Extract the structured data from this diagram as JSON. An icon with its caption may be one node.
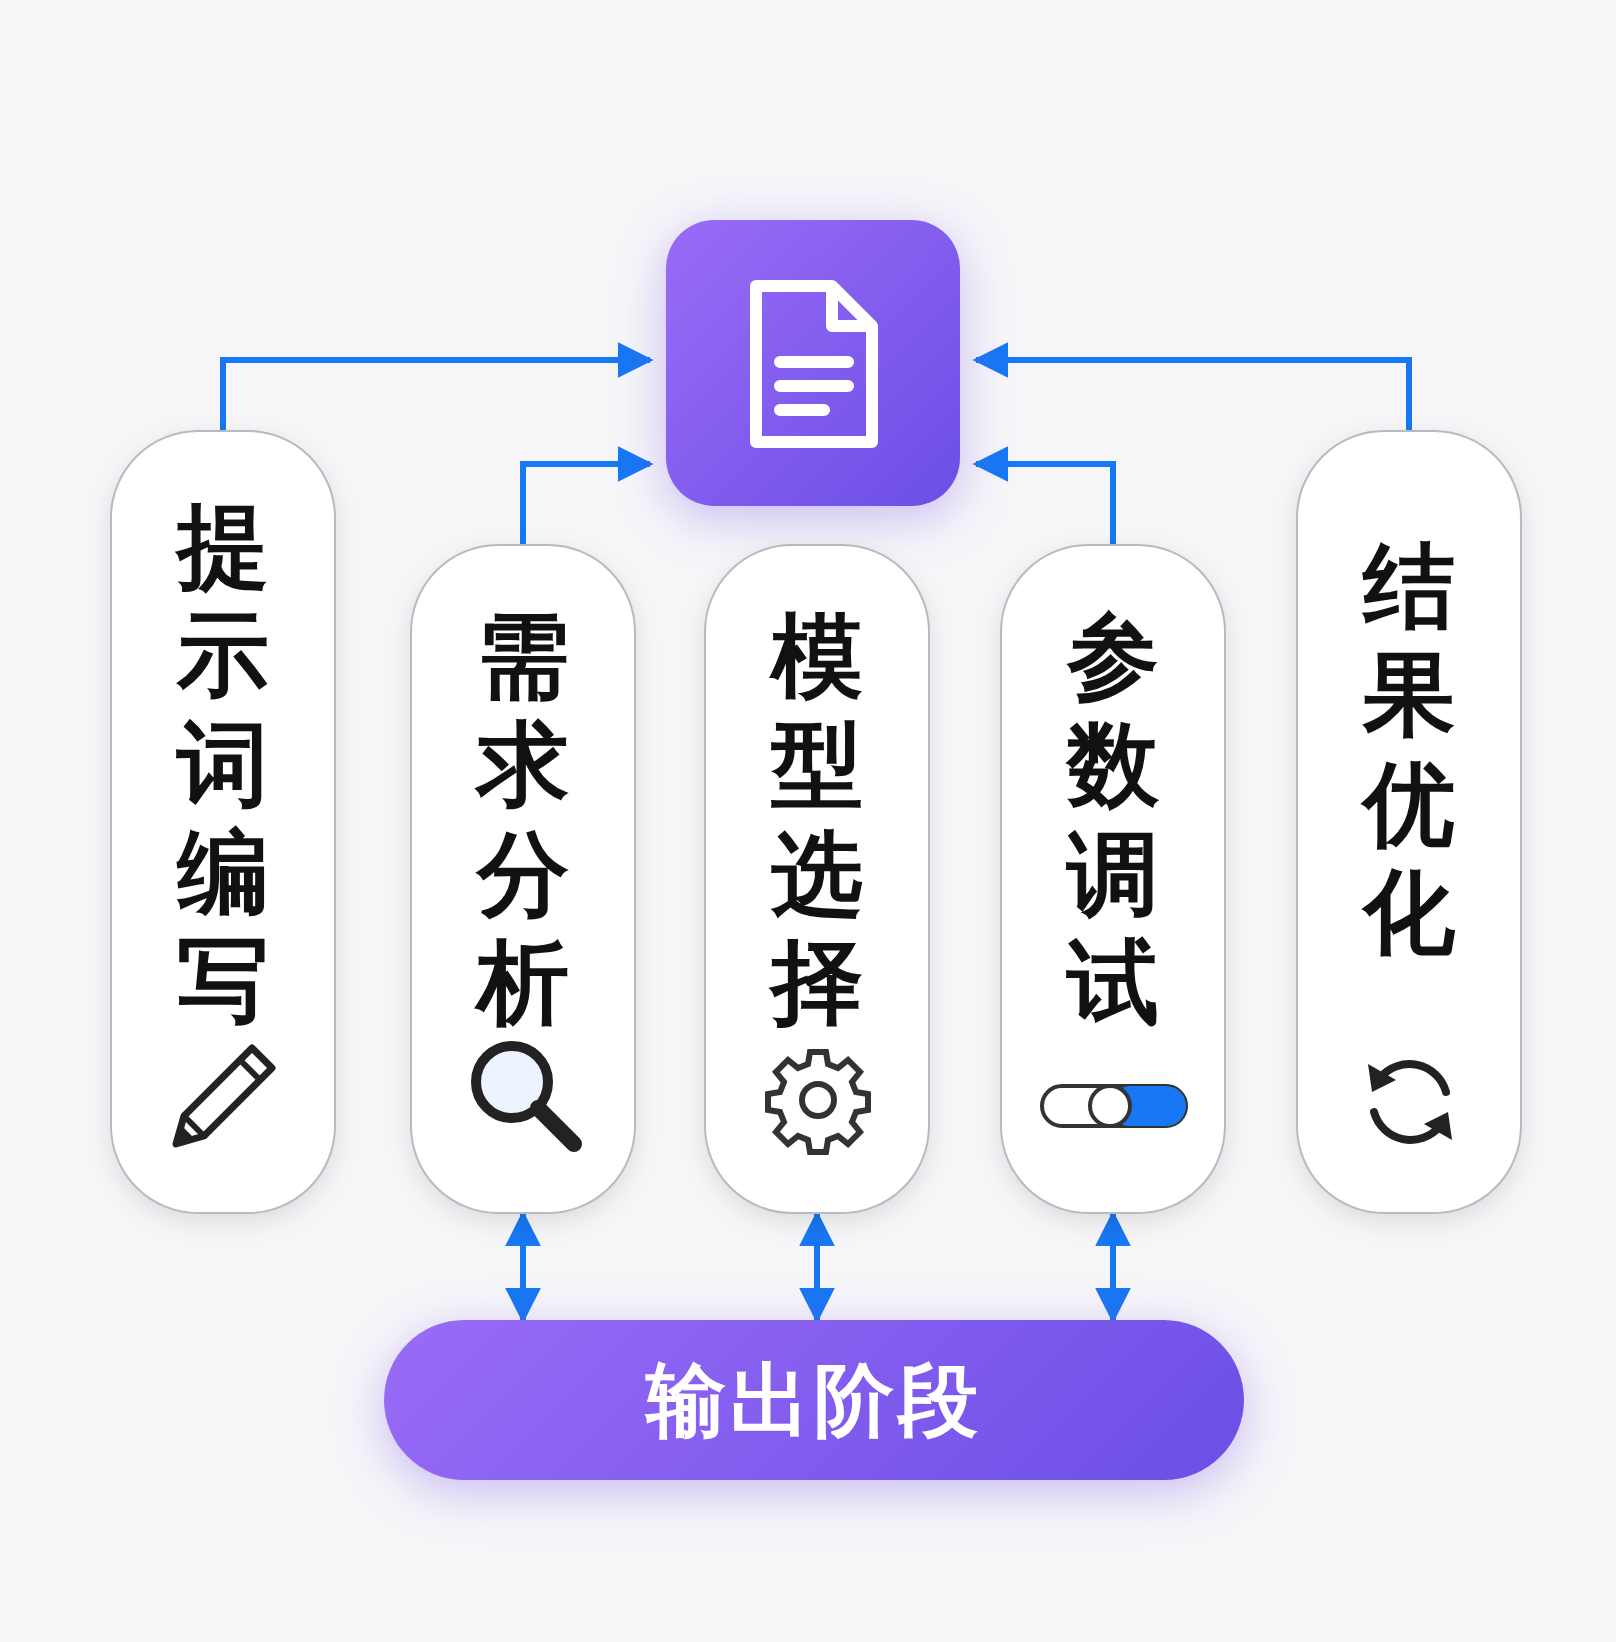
{
  "diagram": {
    "nodes": [
      {
        "text": [],
        "shape": "box"
      },
      {
        "text": [
          "提示词编写"
        ]
      },
      {
        "text": [
          "需求分析"
        ]
      },
      {
        "text": [
          "模型选择"
        ]
      },
      {
        "text": [
          "参数调试"
        ]
      },
      {
        "text": [
          "结果优化"
        ]
      },
      {
        "text": [
          "输出阶段"
        ]
      }
    ],
    "edges": [
      {
        "from": 1,
        "to": 0,
        "arrow": "to"
      },
      {
        "from": 2,
        "to": 0,
        "arrow": "to"
      },
      {
        "from": 4,
        "to": 0,
        "arrow": "to"
      },
      {
        "from": 5,
        "to": 0,
        "arrow": "to"
      },
      {
        "from": 6,
        "to": 2,
        "arrow": "both"
      },
      {
        "from": 6,
        "to": 3,
        "arrow": "both"
      },
      {
        "from": 6,
        "to": 4,
        "arrow": "both"
      }
    ]
  }
}
